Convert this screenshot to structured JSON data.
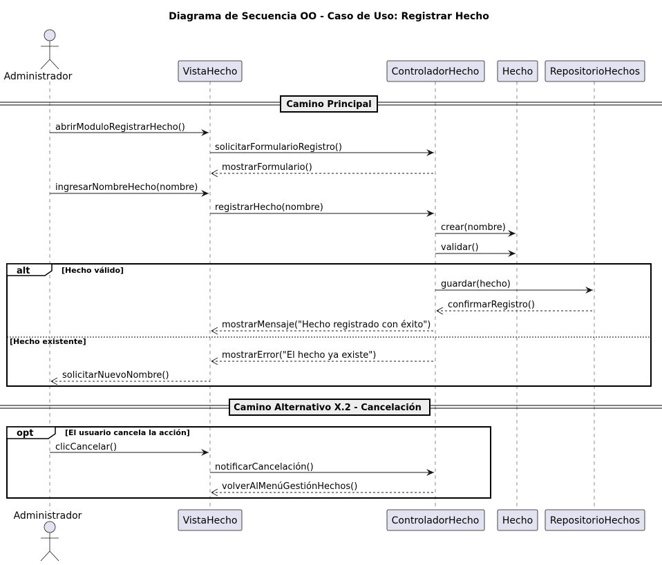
{
  "title": "Diagrama de Secuencia OO - Caso de Uso: Registrar Hecho",
  "participants": [
    {
      "id": "admin",
      "label": "Administrador",
      "kind": "actor"
    },
    {
      "id": "vista",
      "label": "VistaHecho",
      "kind": "participant"
    },
    {
      "id": "ctrl",
      "label": "ControladorHecho",
      "kind": "participant"
    },
    {
      "id": "hecho",
      "label": "Hecho",
      "kind": "participant"
    },
    {
      "id": "repo",
      "label": "RepositorioHechos",
      "kind": "participant"
    }
  ],
  "dividers": [
    {
      "id": "main",
      "label": "Camino Principal"
    },
    {
      "id": "alt-x2",
      "label": "Camino Alternativo X.2 - Cancelación"
    }
  ],
  "messages": [
    {
      "from": "admin",
      "to": "vista",
      "label": "abrirModuloRegistrarHecho()",
      "dashed": false
    },
    {
      "from": "vista",
      "to": "ctrl",
      "label": "solicitarFormularioRegistro()",
      "dashed": false
    },
    {
      "from": "ctrl",
      "to": "vista",
      "label": "mostrarFormulario()",
      "dashed": true
    },
    {
      "from": "admin",
      "to": "vista",
      "label": "ingresarNombreHecho(nombre)",
      "dashed": false
    },
    {
      "from": "vista",
      "to": "ctrl",
      "label": "registrarHecho(nombre)",
      "dashed": false
    },
    {
      "from": "ctrl",
      "to": "hecho",
      "label": "crear(nombre)",
      "dashed": false
    },
    {
      "from": "ctrl",
      "to": "hecho",
      "label": "validar()",
      "dashed": false
    },
    {
      "from": "ctrl",
      "to": "repo",
      "label": "guardar(hecho)",
      "dashed": false
    },
    {
      "from": "repo",
      "to": "ctrl",
      "label": "confirmarRegistro()",
      "dashed": true
    },
    {
      "from": "ctrl",
      "to": "vista",
      "label": "mostrarMensaje(\"Hecho registrado con éxito\")",
      "dashed": true
    },
    {
      "from": "ctrl",
      "to": "vista",
      "label": "mostrarError(\"El hecho ya existe\")",
      "dashed": true
    },
    {
      "from": "vista",
      "to": "admin",
      "label": "solicitarNuevoNombre()",
      "dashed": true
    },
    {
      "from": "admin",
      "to": "vista",
      "label": "clicCancelar()",
      "dashed": false
    },
    {
      "from": "vista",
      "to": "ctrl",
      "label": "notificarCancelación()",
      "dashed": false
    },
    {
      "from": "ctrl",
      "to": "vista",
      "label": "volverAlMenúGestiónHechos()",
      "dashed": true
    }
  ],
  "fragments": [
    {
      "id": "alt-frame",
      "kind": "alt",
      "guard": "[Hecho válido]",
      "else_guard": "[Hecho existente]"
    },
    {
      "id": "opt-frame",
      "kind": "opt",
      "guard": "[El usuario cancela la acción]"
    }
  ],
  "colors": {
    "participant_fill": "#E2E2F0",
    "participant_border": "#181818",
    "divider_fill": "#EEEEEE"
  }
}
